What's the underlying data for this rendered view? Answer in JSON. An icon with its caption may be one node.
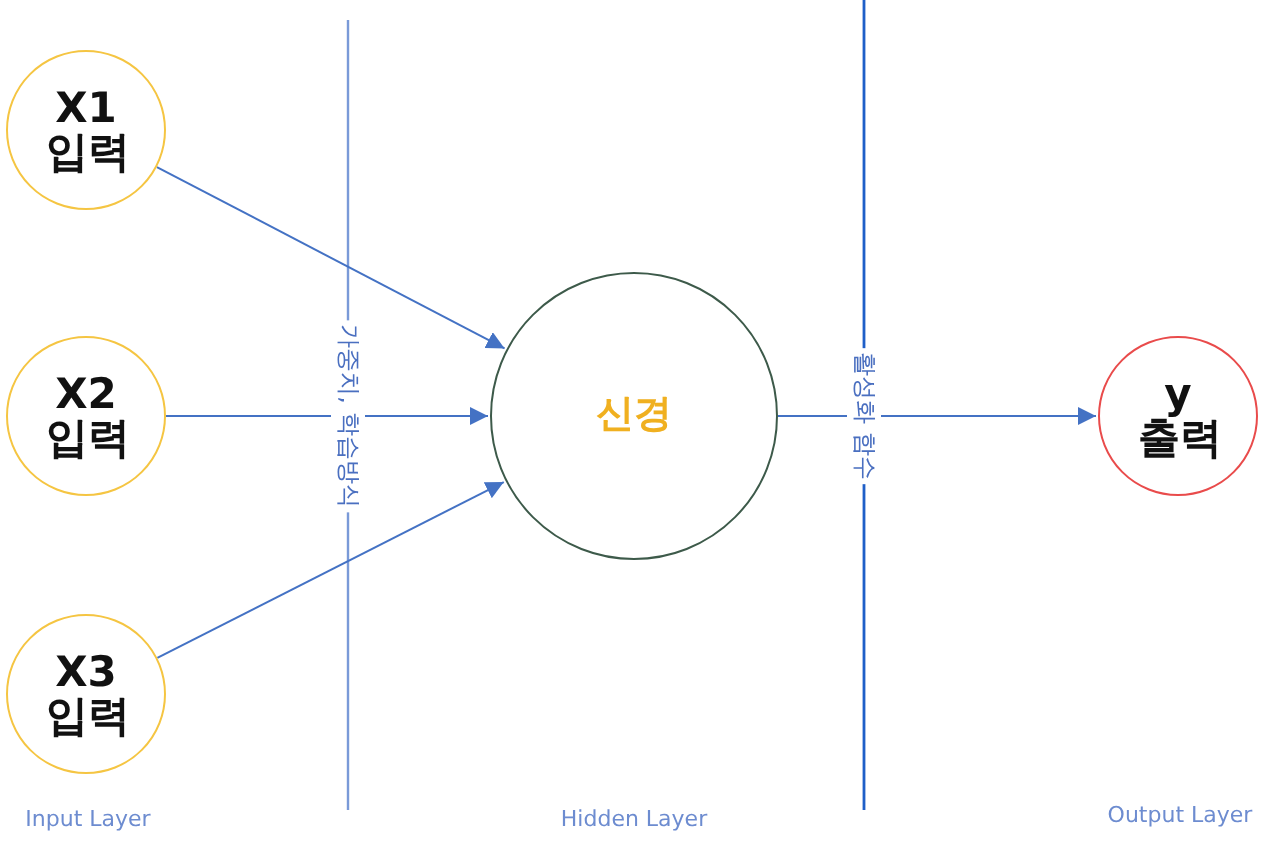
{
  "diagram": {
    "nodes": [
      {
        "text": [
          "X1 입력"
        ]
      },
      {
        "text": [
          "X2 입력"
        ]
      },
      {
        "text": [
          "X3 입력"
        ]
      },
      {
        "text": [
          "신경"
        ]
      },
      {
        "text": [
          "y 출력"
        ]
      }
    ],
    "edges": [
      {
        "from": 0,
        "to": 3,
        "arrow": "to"
      },
      {
        "from": 1,
        "to": 3,
        "arrow": "to"
      },
      {
        "from": 2,
        "to": 3,
        "arrow": "to"
      },
      {
        "from": 3,
        "to": 4,
        "arrow": "to"
      }
    ],
    "labels": [
      "가중치, 학습방식",
      "활성화 함수",
      "Input Layer",
      "Hidden Layer",
      "Output Layer"
    ]
  }
}
